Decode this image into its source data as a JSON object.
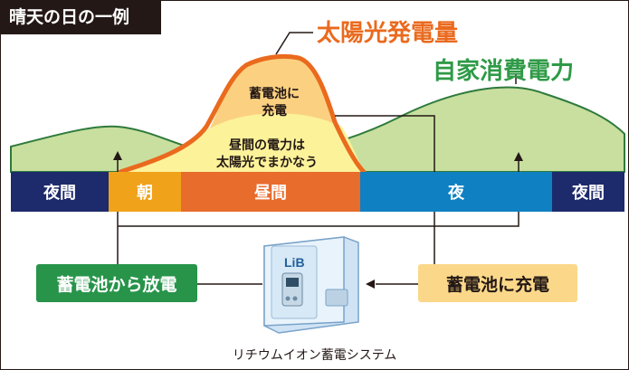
{
  "title_tag": "晴天の日の一例",
  "labels": {
    "solar": "太陽光発電量",
    "consumption": "自家消費電力",
    "charge_area": [
      "蓄電池に",
      "充電"
    ],
    "daytime_area": [
      "昼間の電力は",
      "太陽光でまかなう"
    ]
  },
  "time_bar": [
    {
      "label": "夜間",
      "color": "#1d2a6b"
    },
    {
      "label": "朝",
      "color": "#f0a21a"
    },
    {
      "label": "昼間",
      "color": "#e86c2c"
    },
    {
      "label": "夜",
      "color": "#0f80c2"
    },
    {
      "label": "夜間",
      "color": "#1d2a6b"
    }
  ],
  "boxes": {
    "discharge": "蓄電池から放電",
    "charge": "蓄電池に充電"
  },
  "device": {
    "logo": "LiB",
    "caption": "リチウムイオン蓄電システム"
  },
  "colors": {
    "solar_curve": "#ea6a1e",
    "solar_fill": "#fbd181",
    "daytime_fill": "#fcf29a",
    "hill_fill": "#c8df9f",
    "hill_stroke": "#2f7a3c",
    "discharge_box": "#27944a",
    "charge_box": "#fbd889"
  }
}
